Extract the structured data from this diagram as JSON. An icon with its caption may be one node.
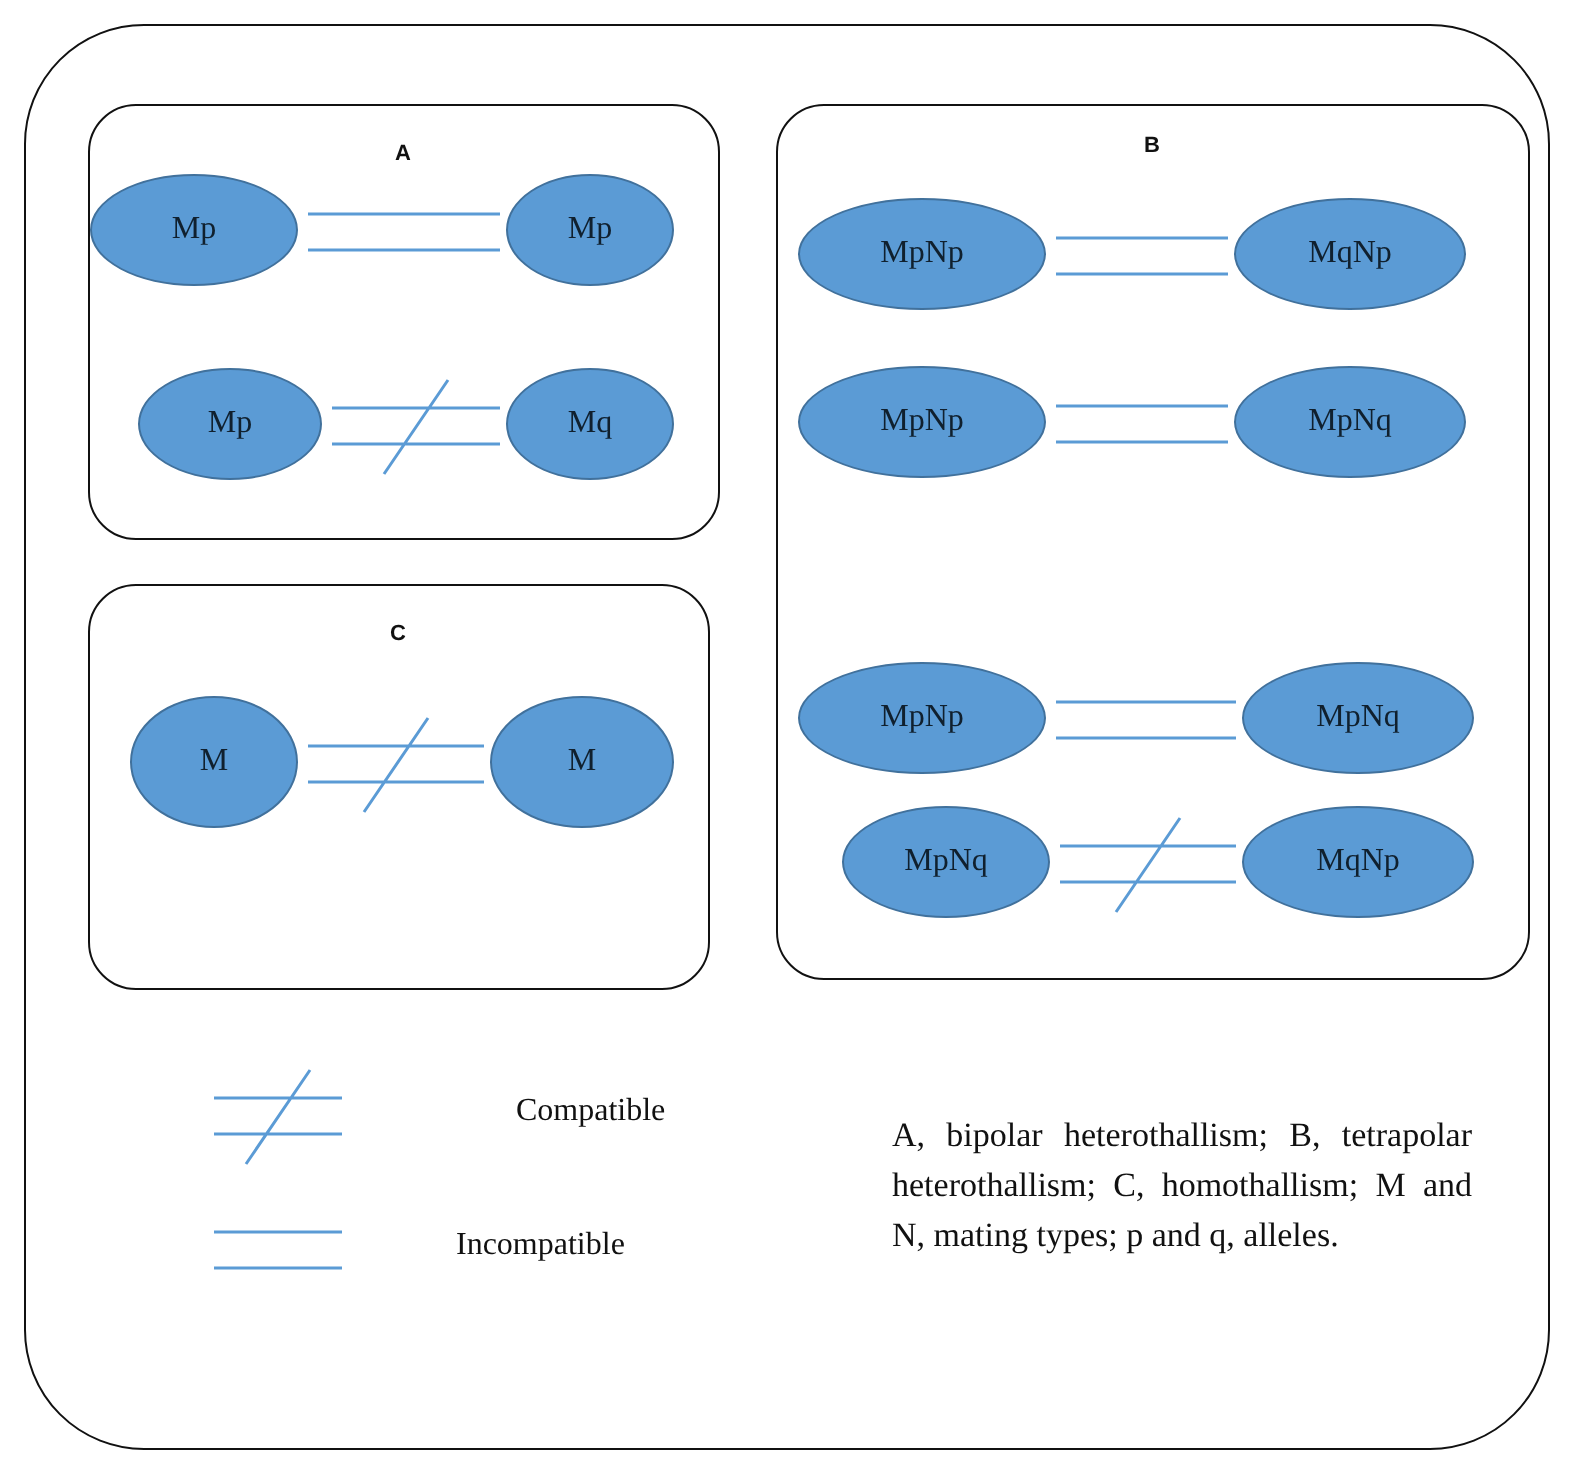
{
  "diagram": {
    "nodes": [
      {
        "text": [],
        "shape": "box"
      },
      {
        "text": [
          "A"
        ],
        "in": 0
      },
      {
        "text": [
          "Mp"
        ],
        "in": 1
      },
      {
        "text": [
          "Mp"
        ],
        "in": 1
      },
      {
        "text": [
          "Mp"
        ],
        "in": 1
      },
      {
        "text": [
          "Mq"
        ],
        "in": 1
      },
      {
        "text": [
          "B"
        ],
        "in": 0
      },
      {
        "text": [
          "MpNp"
        ],
        "in": 6
      },
      {
        "text": [
          "MqNp"
        ],
        "in": 6
      },
      {
        "text": [
          "MpNp"
        ],
        "in": 6
      },
      {
        "text": [
          "MpNq"
        ],
        "in": 6
      },
      {
        "text": [
          "MpNp"
        ],
        "in": 6
      },
      {
        "text": [
          "MpNq"
        ],
        "in": 6
      },
      {
        "text": [
          "MpNq"
        ],
        "in": 6
      },
      {
        "text": [
          "MqNp"
        ],
        "in": 6
      },
      {
        "text": [
          "C"
        ],
        "in": 0
      },
      {
        "text": [
          "M"
        ],
        "in": 15
      },
      {
        "text": [
          "M"
        ],
        "in": 15
      }
    ],
    "edges": [
      {
        "from": 2,
        "to": 3,
        "arrow": "none"
      },
      {
        "from": 4,
        "to": 5,
        "arrow": "none"
      },
      {
        "from": 7,
        "to": 8,
        "arrow": "none"
      },
      {
        "from": 9,
        "to": 10,
        "arrow": "none"
      },
      {
        "from": 11,
        "to": 12,
        "arrow": "none"
      },
      {
        "from": 13,
        "to": 14,
        "arrow": "none"
      },
      {
        "from": 16,
        "to": 17,
        "arrow": "none"
      }
    ],
    "labels": [
      "A, bipolar heterothallism; B, tetrapolar heterothallism; C, homothallism; M and N, mating types; p and q, alleles."
    ],
    "legend": [
      {
        "text": "Compatible"
      },
      {
        "text": "Incompatible"
      }
    ]
  }
}
